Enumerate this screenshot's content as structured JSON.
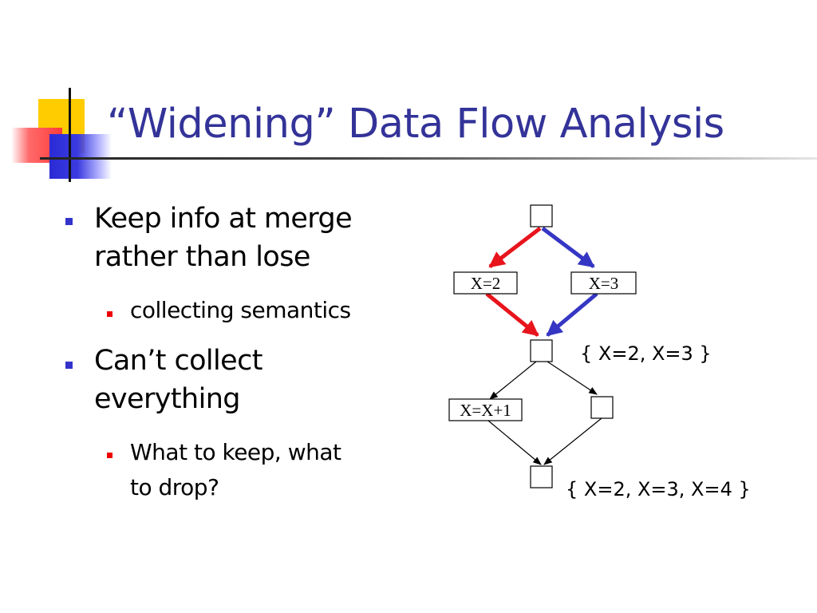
{
  "slide": {
    "title": "“Widening” Data Flow Analysis",
    "accent_color": "#333399",
    "bullets": [
      {
        "text_lines": [
          "Keep info at merge",
          "rather than lose"
        ],
        "sub": [
          {
            "text_lines": [
              "collecting semantics"
            ]
          }
        ]
      },
      {
        "text_lines": [
          "Can’t collect",
          "everything"
        ],
        "sub": [
          {
            "text_lines": [
              "What to keep, what",
              "to drop?"
            ]
          }
        ]
      }
    ]
  },
  "diagram": {
    "nodes": {
      "assign_x2": "X=2",
      "assign_x3": "X=3",
      "increment": "X=X+1"
    },
    "set_after_merge": "{ X=2, X=3 }",
    "set_after_loop": "{ X=2, X=3, X=4 }",
    "edge_colors": {
      "left_path": "#e8141c",
      "right_path": "#3636c4",
      "plain": "#000000"
    }
  }
}
